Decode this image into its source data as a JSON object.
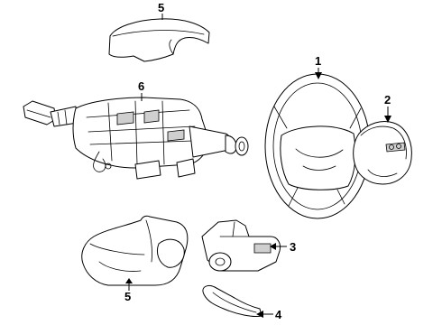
{
  "callouts": [
    {
      "id": "1",
      "label": "1"
    },
    {
      "id": "2",
      "label": "2"
    },
    {
      "id": "3",
      "label": "3"
    },
    {
      "id": "4",
      "label": "4"
    },
    {
      "id": "5-top",
      "label": "5"
    },
    {
      "id": "5-bottom",
      "label": "5"
    },
    {
      "id": "6",
      "label": "6"
    }
  ]
}
